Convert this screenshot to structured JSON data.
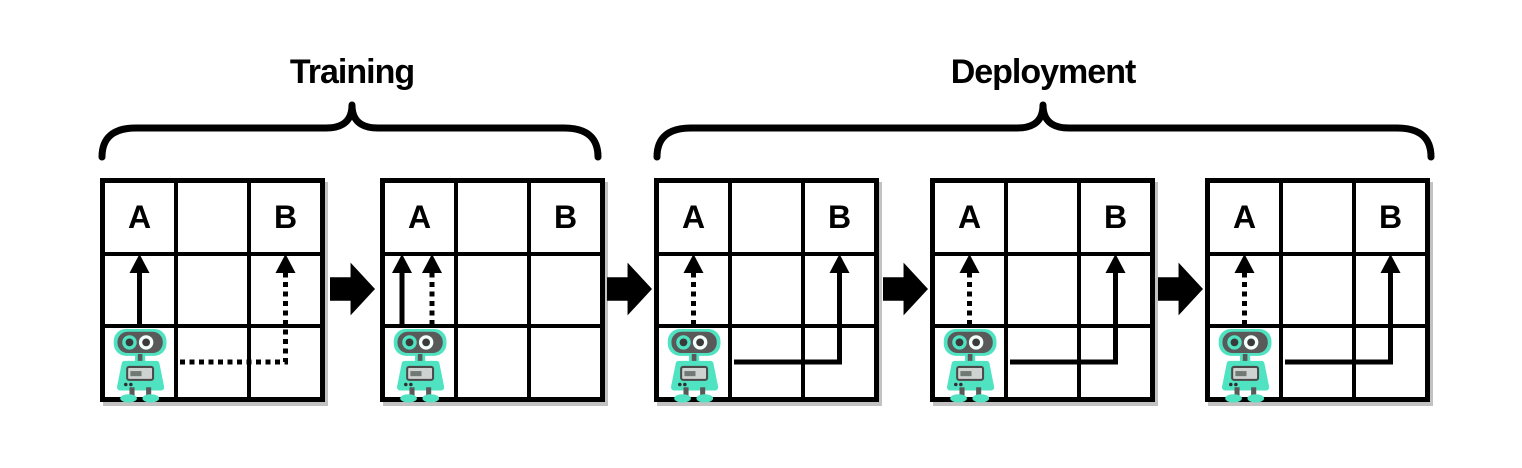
{
  "figure": {
    "phases": [
      {
        "label": "Training",
        "grid_count": 2
      },
      {
        "label": "Deployment",
        "grid_count": 3
      }
    ],
    "grids": [
      {
        "id": "training-step-1",
        "phase": "Training",
        "top_left_label": "A",
        "top_right_label": "B",
        "agent": "robot",
        "trajectories": [
          {
            "style": "solid",
            "target": "A",
            "shape": "straight-up"
          },
          {
            "style": "dashed",
            "target": "B",
            "shape": "right-then-up"
          }
        ]
      },
      {
        "id": "training-step-2",
        "phase": "Training",
        "top_left_label": "A",
        "top_right_label": "B",
        "agent": "robot",
        "trajectories": [
          {
            "style": "solid",
            "target": "A",
            "shape": "straight-up"
          },
          {
            "style": "dashed",
            "target": "A",
            "shape": "straight-up"
          }
        ]
      },
      {
        "id": "deployment-step-1",
        "phase": "Deployment",
        "top_left_label": "A",
        "top_right_label": "B",
        "agent": "robot",
        "trajectories": [
          {
            "style": "dashed",
            "target": "A",
            "shape": "straight-up"
          },
          {
            "style": "solid",
            "target": "B",
            "shape": "right-then-up"
          }
        ]
      },
      {
        "id": "deployment-step-2",
        "phase": "Deployment",
        "top_left_label": "A",
        "top_right_label": "B",
        "agent": "robot",
        "trajectories": [
          {
            "style": "dashed",
            "target": "A",
            "shape": "straight-up"
          },
          {
            "style": "solid",
            "target": "B",
            "shape": "right-then-up"
          }
        ]
      },
      {
        "id": "deployment-step-3",
        "phase": "Deployment",
        "top_left_label": "A",
        "top_right_label": "B",
        "agent": "robot",
        "trajectories": [
          {
            "style": "dashed",
            "target": "A",
            "shape": "straight-up"
          },
          {
            "style": "solid",
            "target": "B",
            "shape": "right-then-up"
          }
        ]
      }
    ],
    "connector_count": 4,
    "colors": {
      "line": "#000000",
      "background": "#ffffff",
      "robot_body": "#50e3c2",
      "robot_dark": "#595959",
      "robot_screen": "#ced2d0"
    }
  }
}
